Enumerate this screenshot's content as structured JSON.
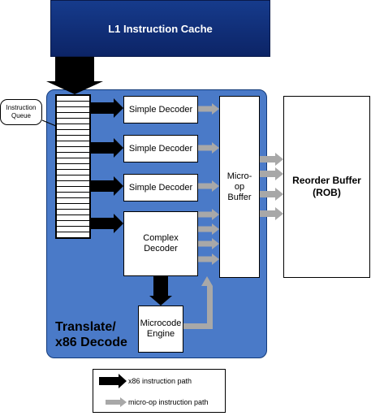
{
  "l1_cache": {
    "label": "L1 Instruction Cache"
  },
  "instruction_queue": {
    "label": "Instruction Queue"
  },
  "decoders": {
    "simple_1": "Simple Decoder",
    "simple_2": "Simple Decoder",
    "simple_3": "Simple Decoder",
    "complex": "Complex Decoder"
  },
  "microcode_engine": {
    "label": "Microcode Engine"
  },
  "micro_op_buffer": {
    "label": "Micro-op Buffer"
  },
  "reorder_buffer": {
    "label": "Reorder Buffer (ROB)"
  },
  "region": {
    "label": "Translate/ x86 Decode"
  },
  "legend": {
    "x86_path": "x86 instruction path",
    "micro_op_path": "micro-op instruction path"
  },
  "colors": {
    "l1_fill": "#163b8c",
    "region_fill": "#4a7ac8",
    "x86_arrow": "#000000",
    "micro_op_arrow": "#a8a8a8"
  }
}
